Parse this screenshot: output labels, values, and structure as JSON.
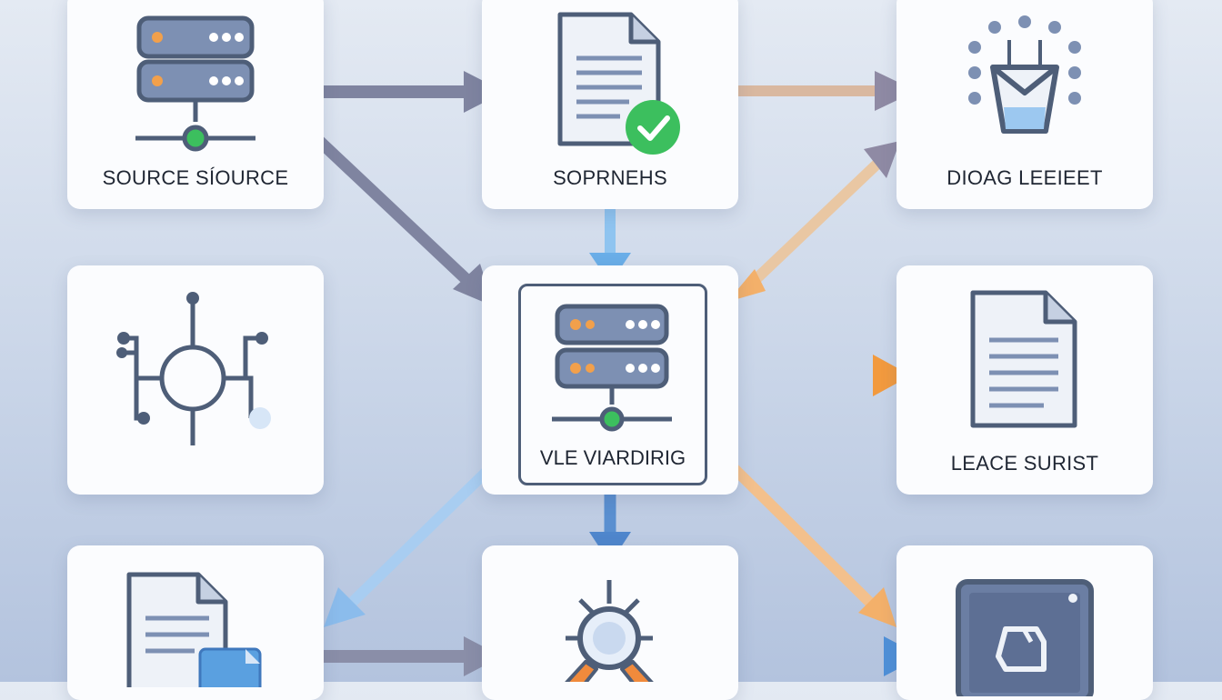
{
  "nodes": {
    "source": {
      "label": "SOURCE SÍOURCE",
      "icon": "server-icon"
    },
    "document_check": {
      "label": "SOPRNEHS",
      "icon": "document-check-icon"
    },
    "diagnostic": {
      "label": "DIOAG LEEIEET",
      "icon": "flask-icon"
    },
    "network": {
      "label": "",
      "icon": "network-icon"
    },
    "hub": {
      "label": "VLE VIARDIRIG",
      "icon": "server-icon"
    },
    "report": {
      "label": "LEACE SURIST",
      "icon": "document-icon"
    },
    "document_export": {
      "label": "",
      "icon": "document-export-icon"
    },
    "search": {
      "label": "",
      "icon": "magnifier-icon"
    },
    "device": {
      "label": "",
      "icon": "device-icon"
    }
  },
  "colors": {
    "gray_arrow": "#7f84a0",
    "blue_arrow": "#6aaee8",
    "orange_arrow": "#f0a656",
    "icon_stroke": "#4e5e78",
    "icon_fill": "#7d90b3",
    "accent_green": "#3cbf5e",
    "accent_orange": "#f2a04b"
  }
}
